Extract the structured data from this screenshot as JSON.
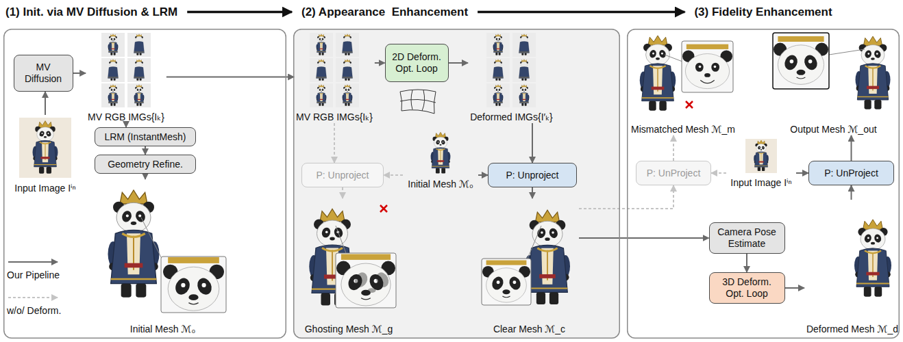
{
  "diagram": {
    "nodes": [
      {
        "text": [
          "(1) Init. via MV Diffusion & LRM"
        ]
      },
      {
        "text": [
          "MV Diffusion"
        ],
        "in": 0
      },
      {
        "text": [
          "MV RGB IMGs{Iₖ}"
        ],
        "in": 0
      },
      {
        "text": [
          "Input Image Iⁱⁿ"
        ],
        "in": 0
      },
      {
        "text": [
          "LRM (InstantMesh)"
        ],
        "in": 0
      },
      {
        "text": [
          "Geometry Refine."
        ],
        "in": 0
      },
      {
        "text": [
          "Initial Mesh ℳ₀"
        ],
        "in": 0
      },
      {
        "text": [
          "(2) Appearance  Enhancement"
        ]
      },
      {
        "text": [
          "MV RGB IMGs{Iₖ}"
        ],
        "in": 7
      },
      {
        "text": [
          "2D Deform. Opt. Loop"
        ],
        "in": 7
      },
      {
        "text": [
          "Deformed IMGs{I′ₖ}"
        ],
        "in": 7
      },
      {
        "text": [
          "P: Unproject"
        ],
        "in": 7
      },
      {
        "text": [
          "Initial Mesh ℳ₀"
        ],
        "in": 7
      },
      {
        "text": [
          "P: Unproject"
        ],
        "in": 7
      },
      {
        "text": [
          "Ghosting Mesh ℳ_g"
        ],
        "in": 7
      },
      {
        "text": [
          "Clear Mesh ℳ_c"
        ],
        "in": 7
      },
      {
        "text": [
          "(3) Fidelity Enhancement"
        ]
      },
      {
        "text": [
          "Mismatched Mesh ℳ_m"
        ],
        "in": 16
      },
      {
        "text": [
          "Output Mesh ℳ_out"
        ],
        "in": 16
      },
      {
        "text": [
          "P: UnProject"
        ],
        "in": 16
      },
      {
        "text": [
          "Input Image Iⁱⁿ"
        ],
        "in": 16
      },
      {
        "text": [
          "P: UnProject"
        ],
        "in": 16
      },
      {
        "text": [
          "Camera Pose Estimate"
        ],
        "in": 16
      },
      {
        "text": [
          "3D Deform. Opt. Loop"
        ],
        "in": 16
      },
      {
        "text": [
          "Deformed Mesh ℳ_d"
        ],
        "in": 16
      }
    ],
    "edges": [
      {
        "from": 0,
        "to": 7,
        "arrow": "to"
      },
      {
        "from": 7,
        "to": 16,
        "arrow": "to"
      },
      {
        "from": 3,
        "to": 1,
        "arrow": "to"
      },
      {
        "from": 1,
        "to": 2,
        "arrow": "to"
      },
      {
        "from": 2,
        "to": 4,
        "arrow": "to"
      },
      {
        "from": 4,
        "to": 5,
        "arrow": "to"
      },
      {
        "from": 5,
        "to": 6,
        "arrow": "to"
      },
      {
        "from": 2,
        "to": 8,
        "arrow": "to"
      },
      {
        "from": 8,
        "to": 9,
        "arrow": "to"
      },
      {
        "from": 9,
        "to": 10,
        "arrow": "to"
      },
      {
        "from": 10,
        "to": 13,
        "arrow": "to"
      },
      {
        "from": 12,
        "to": 13,
        "arrow": "to"
      },
      {
        "from": 12,
        "to": 11,
        "arrow": "to"
      },
      {
        "from": 8,
        "to": 11,
        "arrow": "to"
      },
      {
        "from": 11,
        "to": 14,
        "arrow": "to"
      },
      {
        "from": 13,
        "to": 15,
        "arrow": "to"
      },
      {
        "from": 15,
        "to": 19,
        "arrow": "to"
      },
      {
        "from": 19,
        "to": 17,
        "arrow": "to"
      },
      {
        "from": 15,
        "to": 22,
        "arrow": "to"
      },
      {
        "from": 22,
        "to": 23,
        "arrow": "to"
      },
      {
        "from": 23,
        "to": 24,
        "arrow": "to"
      },
      {
        "from": 24,
        "to": 21,
        "arrow": "to"
      },
      {
        "from": 20,
        "to": 21,
        "arrow": "to"
      },
      {
        "from": 20,
        "to": 19,
        "arrow": "to"
      },
      {
        "from": 21,
        "to": 18,
        "arrow": "to"
      }
    ],
    "legend": [
      {
        "text": "Our Pipeline"
      },
      {
        "text": "w/o/ Deform."
      }
    ]
  }
}
